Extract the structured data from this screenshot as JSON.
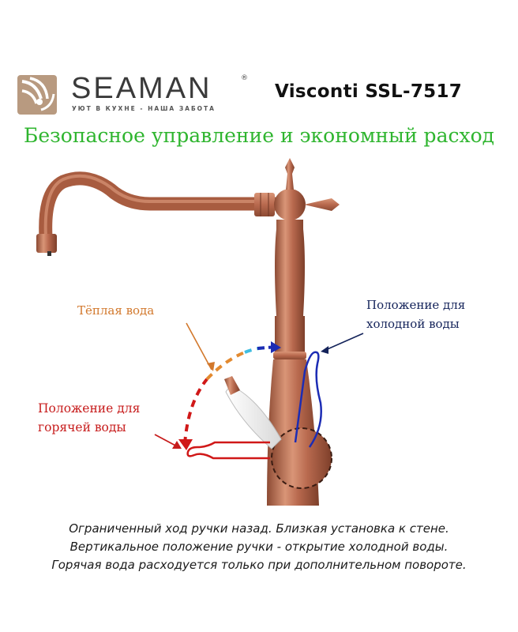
{
  "brand": {
    "name": "SEAMAN",
    "registered_mark": "®",
    "tagline": "УЮТ В КУХНЕ - НАША ЗАБОТА",
    "logo_icon": "swirl-logo-icon",
    "logo_color": "#b89a80"
  },
  "model": {
    "title": "Visconti SSL-7517"
  },
  "headline": {
    "text": "Безопасное управление и экономный расход",
    "color": "#2fb52f"
  },
  "annotations": {
    "warm": {
      "text": "Тёплая вода",
      "color": "#d2782c"
    },
    "cold": {
      "line1": "Положение для",
      "line2": "холодной воды",
      "color": "#14235a"
    },
    "hot": {
      "line1": "Положение для",
      "line2": "горячей воды",
      "color": "#c71c1c"
    }
  },
  "illustration": {
    "subject": "copper-kitchen-faucet-icon",
    "finish_color": "#b8694e",
    "handle_color": "#f2f2f2",
    "cold_outline_color": "#1c2cb4",
    "hot_outline_color": "#d01818"
  },
  "footer": {
    "lines": [
      "Ограниченный ход ручки назад. Близкая установка к стене.",
      "Вертикальное положение ручки - открытие холодной воды.",
      "Горячая вода расходуется только при дополнительном повороте."
    ]
  }
}
